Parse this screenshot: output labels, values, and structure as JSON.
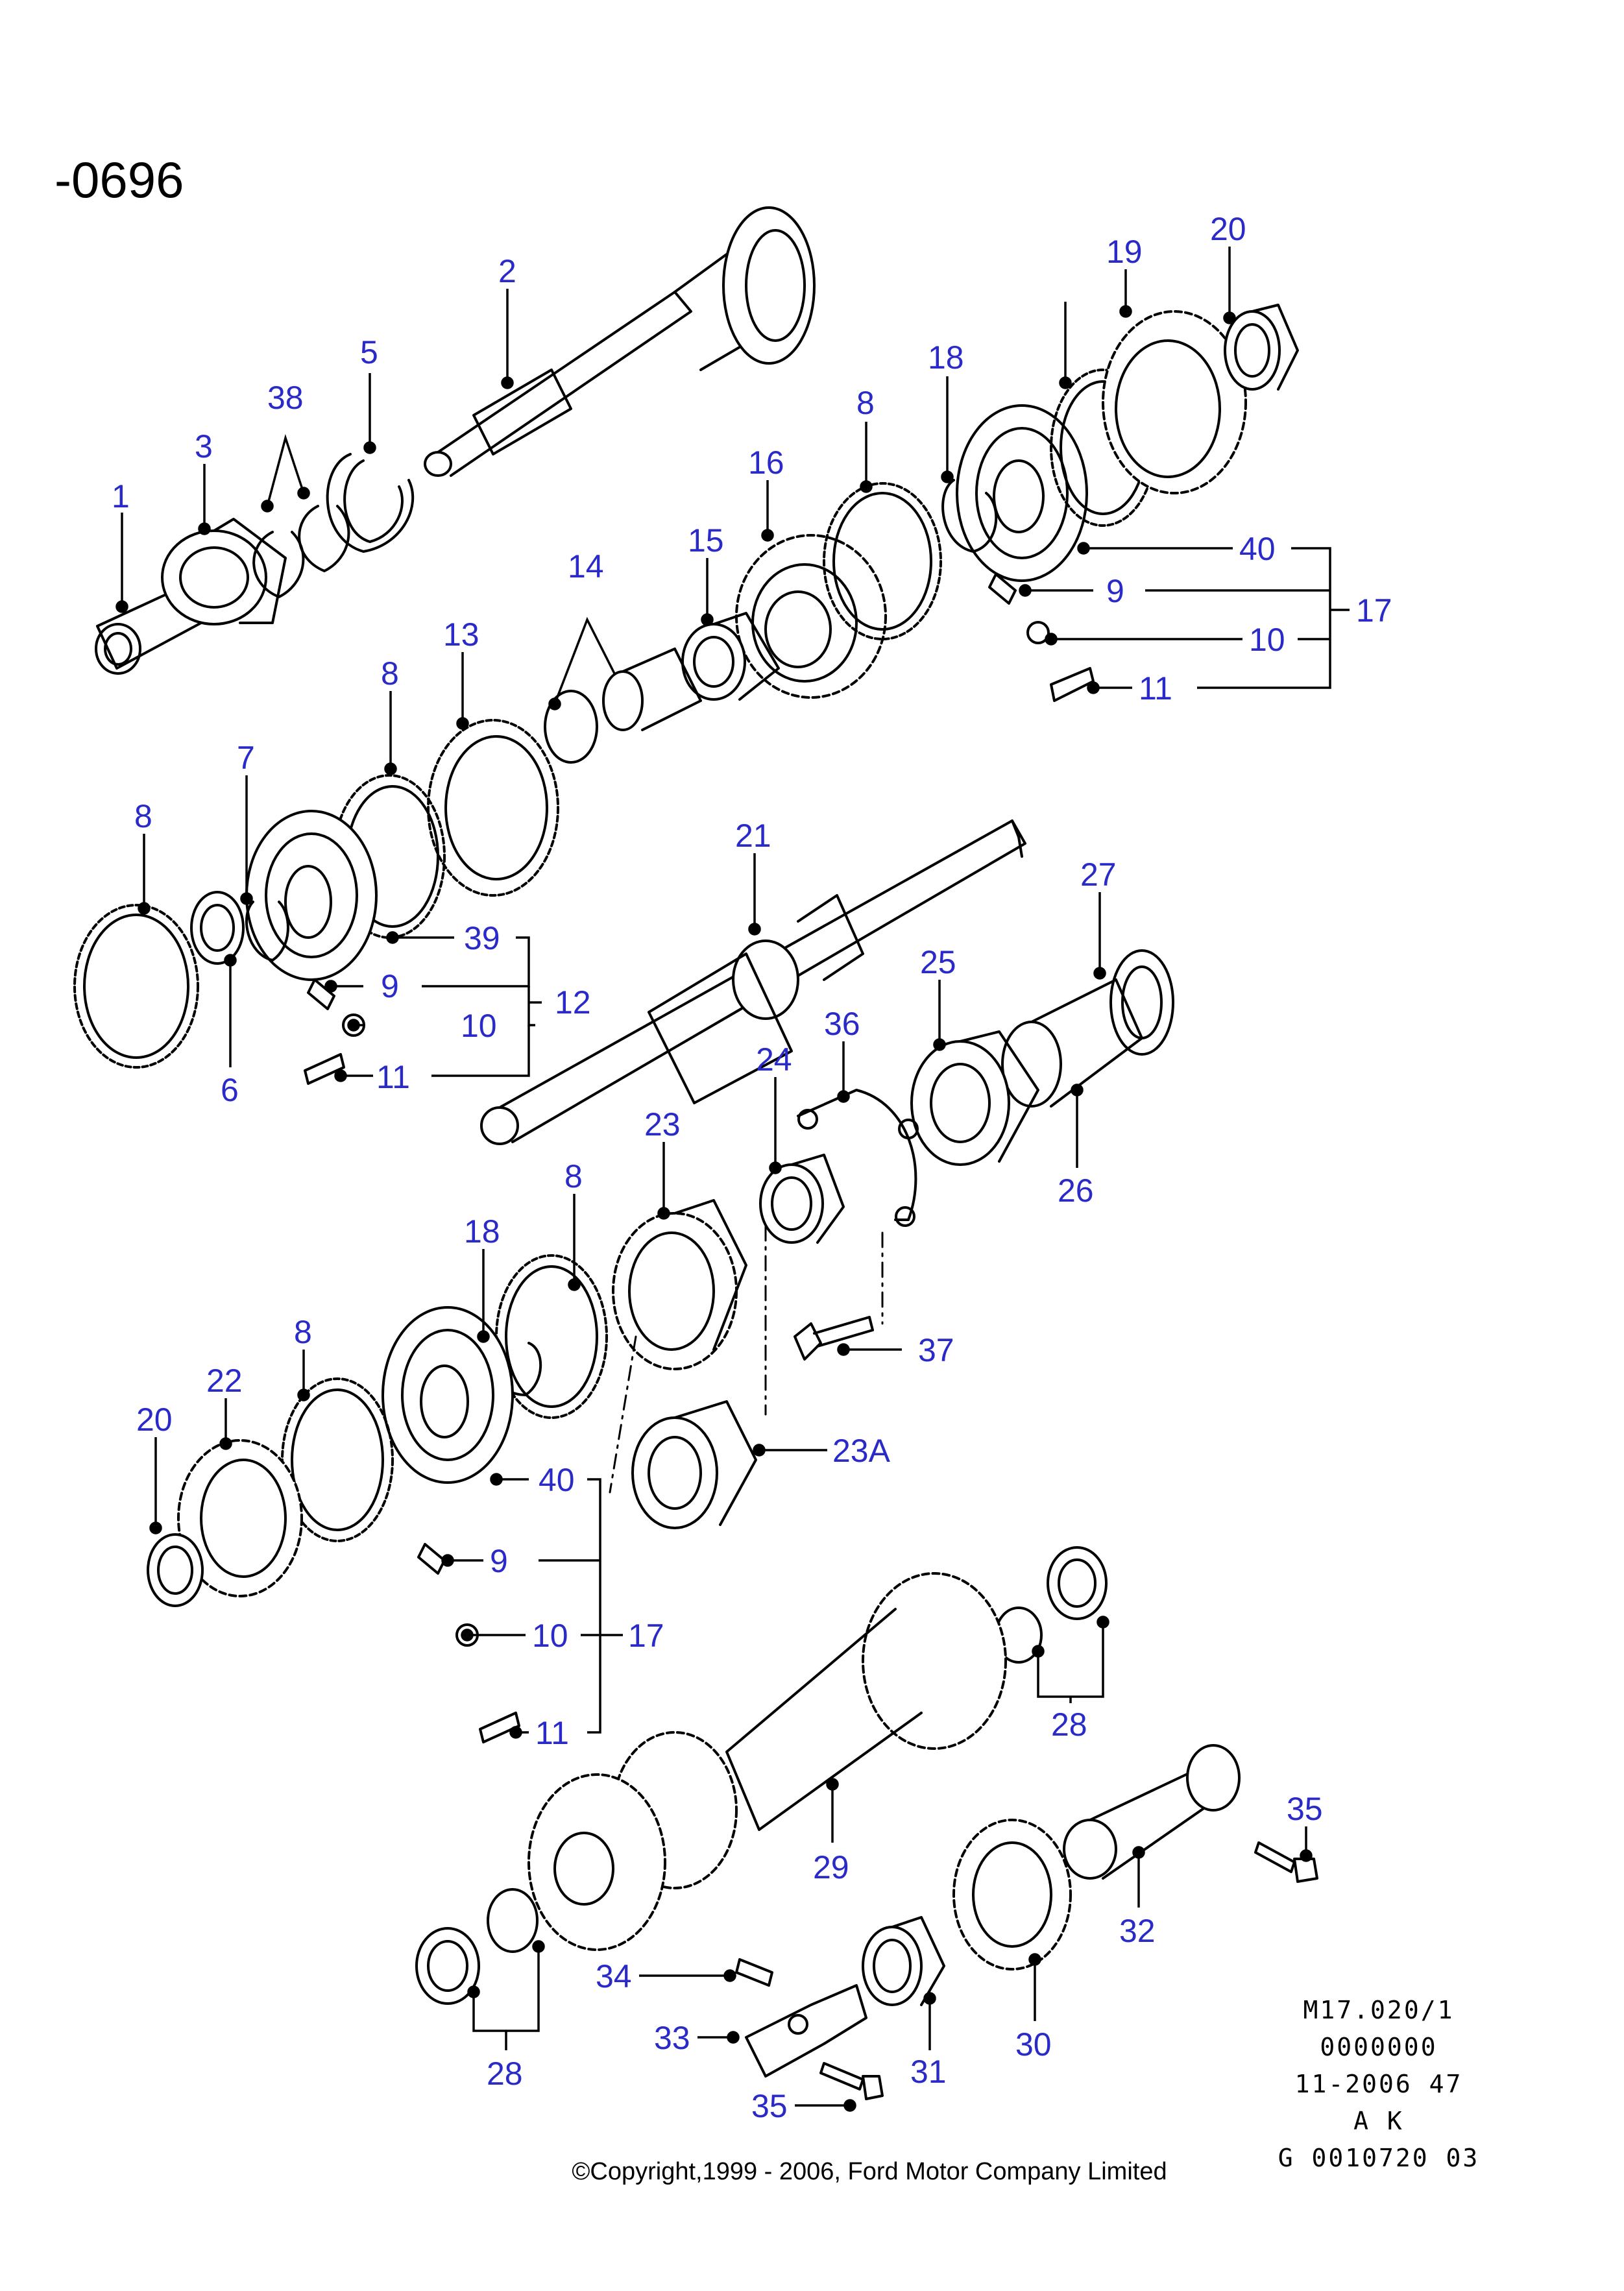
{
  "diagram_code": "-0696",
  "info_lines": [
    "M17.020/1",
    "0000000",
    "11-2006 47",
    "A K",
    "G 0010720 03"
  ],
  "copyright": "©Copyright,1999 - 2006, Ford Motor Company Limited",
  "colors": {
    "callout": "#2a2ac8",
    "line": "#000000"
  },
  "callouts": [
    "1",
    "2",
    "3",
    "5",
    "38",
    "8",
    "16",
    "18",
    "19",
    "20",
    "15",
    "14",
    "13",
    "8",
    "8",
    "7",
    "6",
    "9",
    "10",
    "11",
    "39",
    "12",
    "21",
    "27",
    "25",
    "26",
    "36",
    "24",
    "23",
    "8",
    "18",
    "8",
    "22",
    "20",
    "37",
    "23A",
    "40",
    "9",
    "10",
    "17",
    "11",
    "28",
    "29",
    "35",
    "32",
    "34",
    "33",
    "31",
    "30",
    "28",
    "35",
    "40",
    "9",
    "10",
    "11",
    "17"
  ]
}
